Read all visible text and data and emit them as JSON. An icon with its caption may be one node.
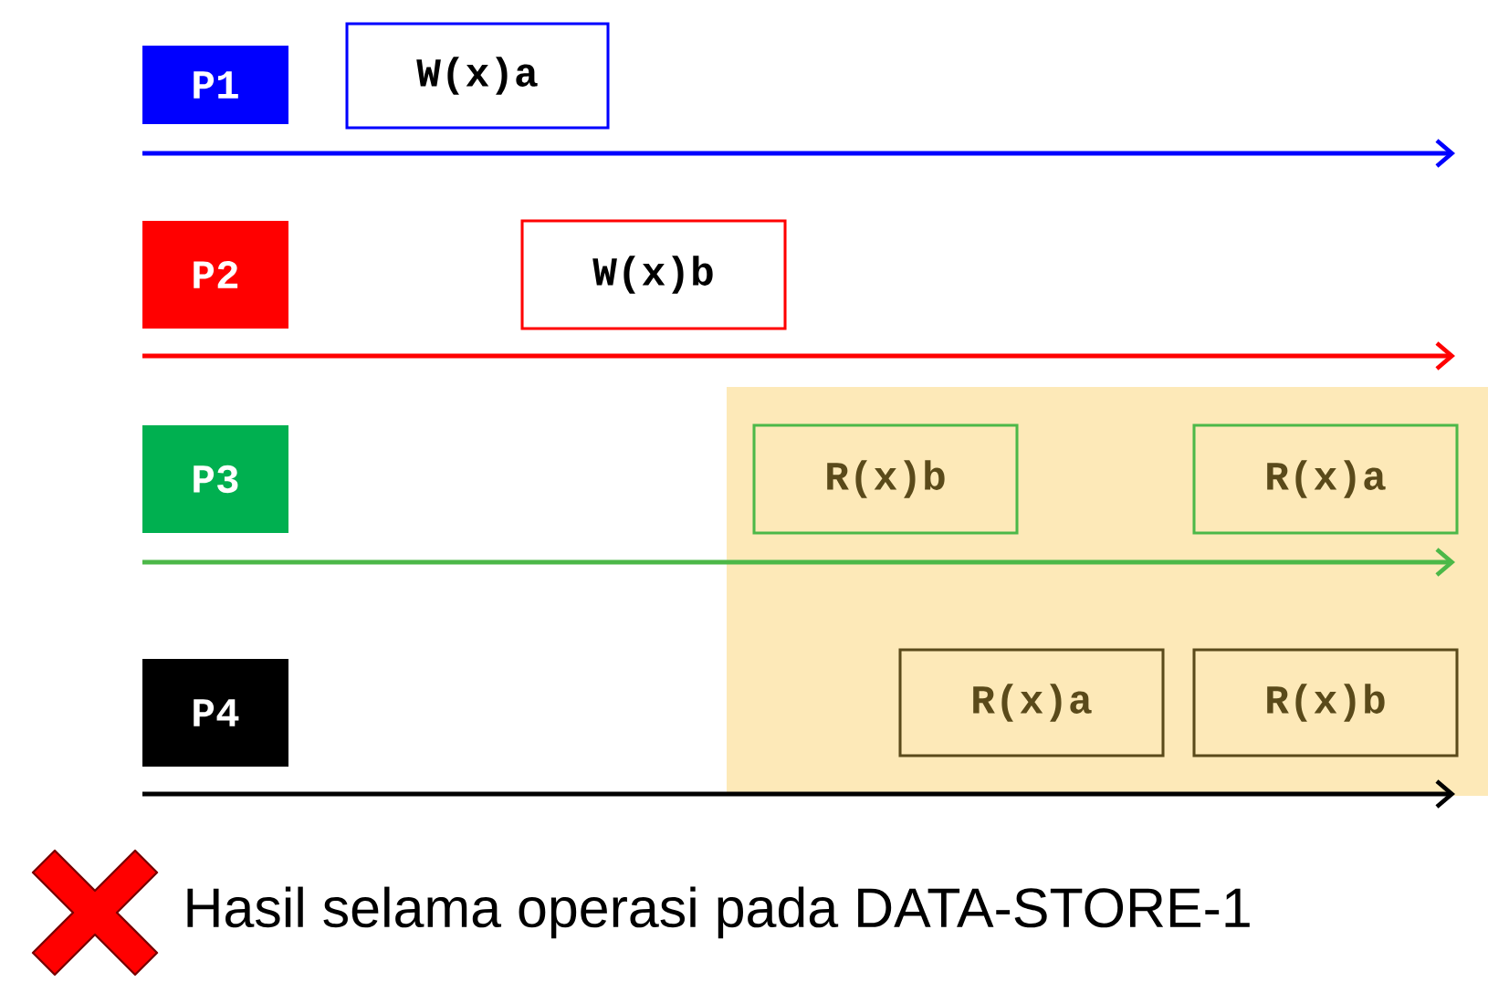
{
  "diagram": {
    "nodes": [
      {
        "text": [
          "P1"
        ]
      },
      {
        "text": [
          "W(x)a"
        ]
      },
      {
        "text": [
          "P2"
        ]
      },
      {
        "text": [
          "W(x)b"
        ]
      },
      {
        "text": [
          "P3"
        ]
      },
      {
        "text": [
          "R(x)b"
        ]
      },
      {
        "text": [
          "R(x)a"
        ]
      },
      {
        "text": [
          "P4"
        ]
      },
      {
        "text": [
          "R(x)a"
        ]
      },
      {
        "text": [
          "R(x)b"
        ]
      }
    ],
    "labels": [
      "Hasil selama operasi pada DATA-STORE-1"
    ]
  }
}
